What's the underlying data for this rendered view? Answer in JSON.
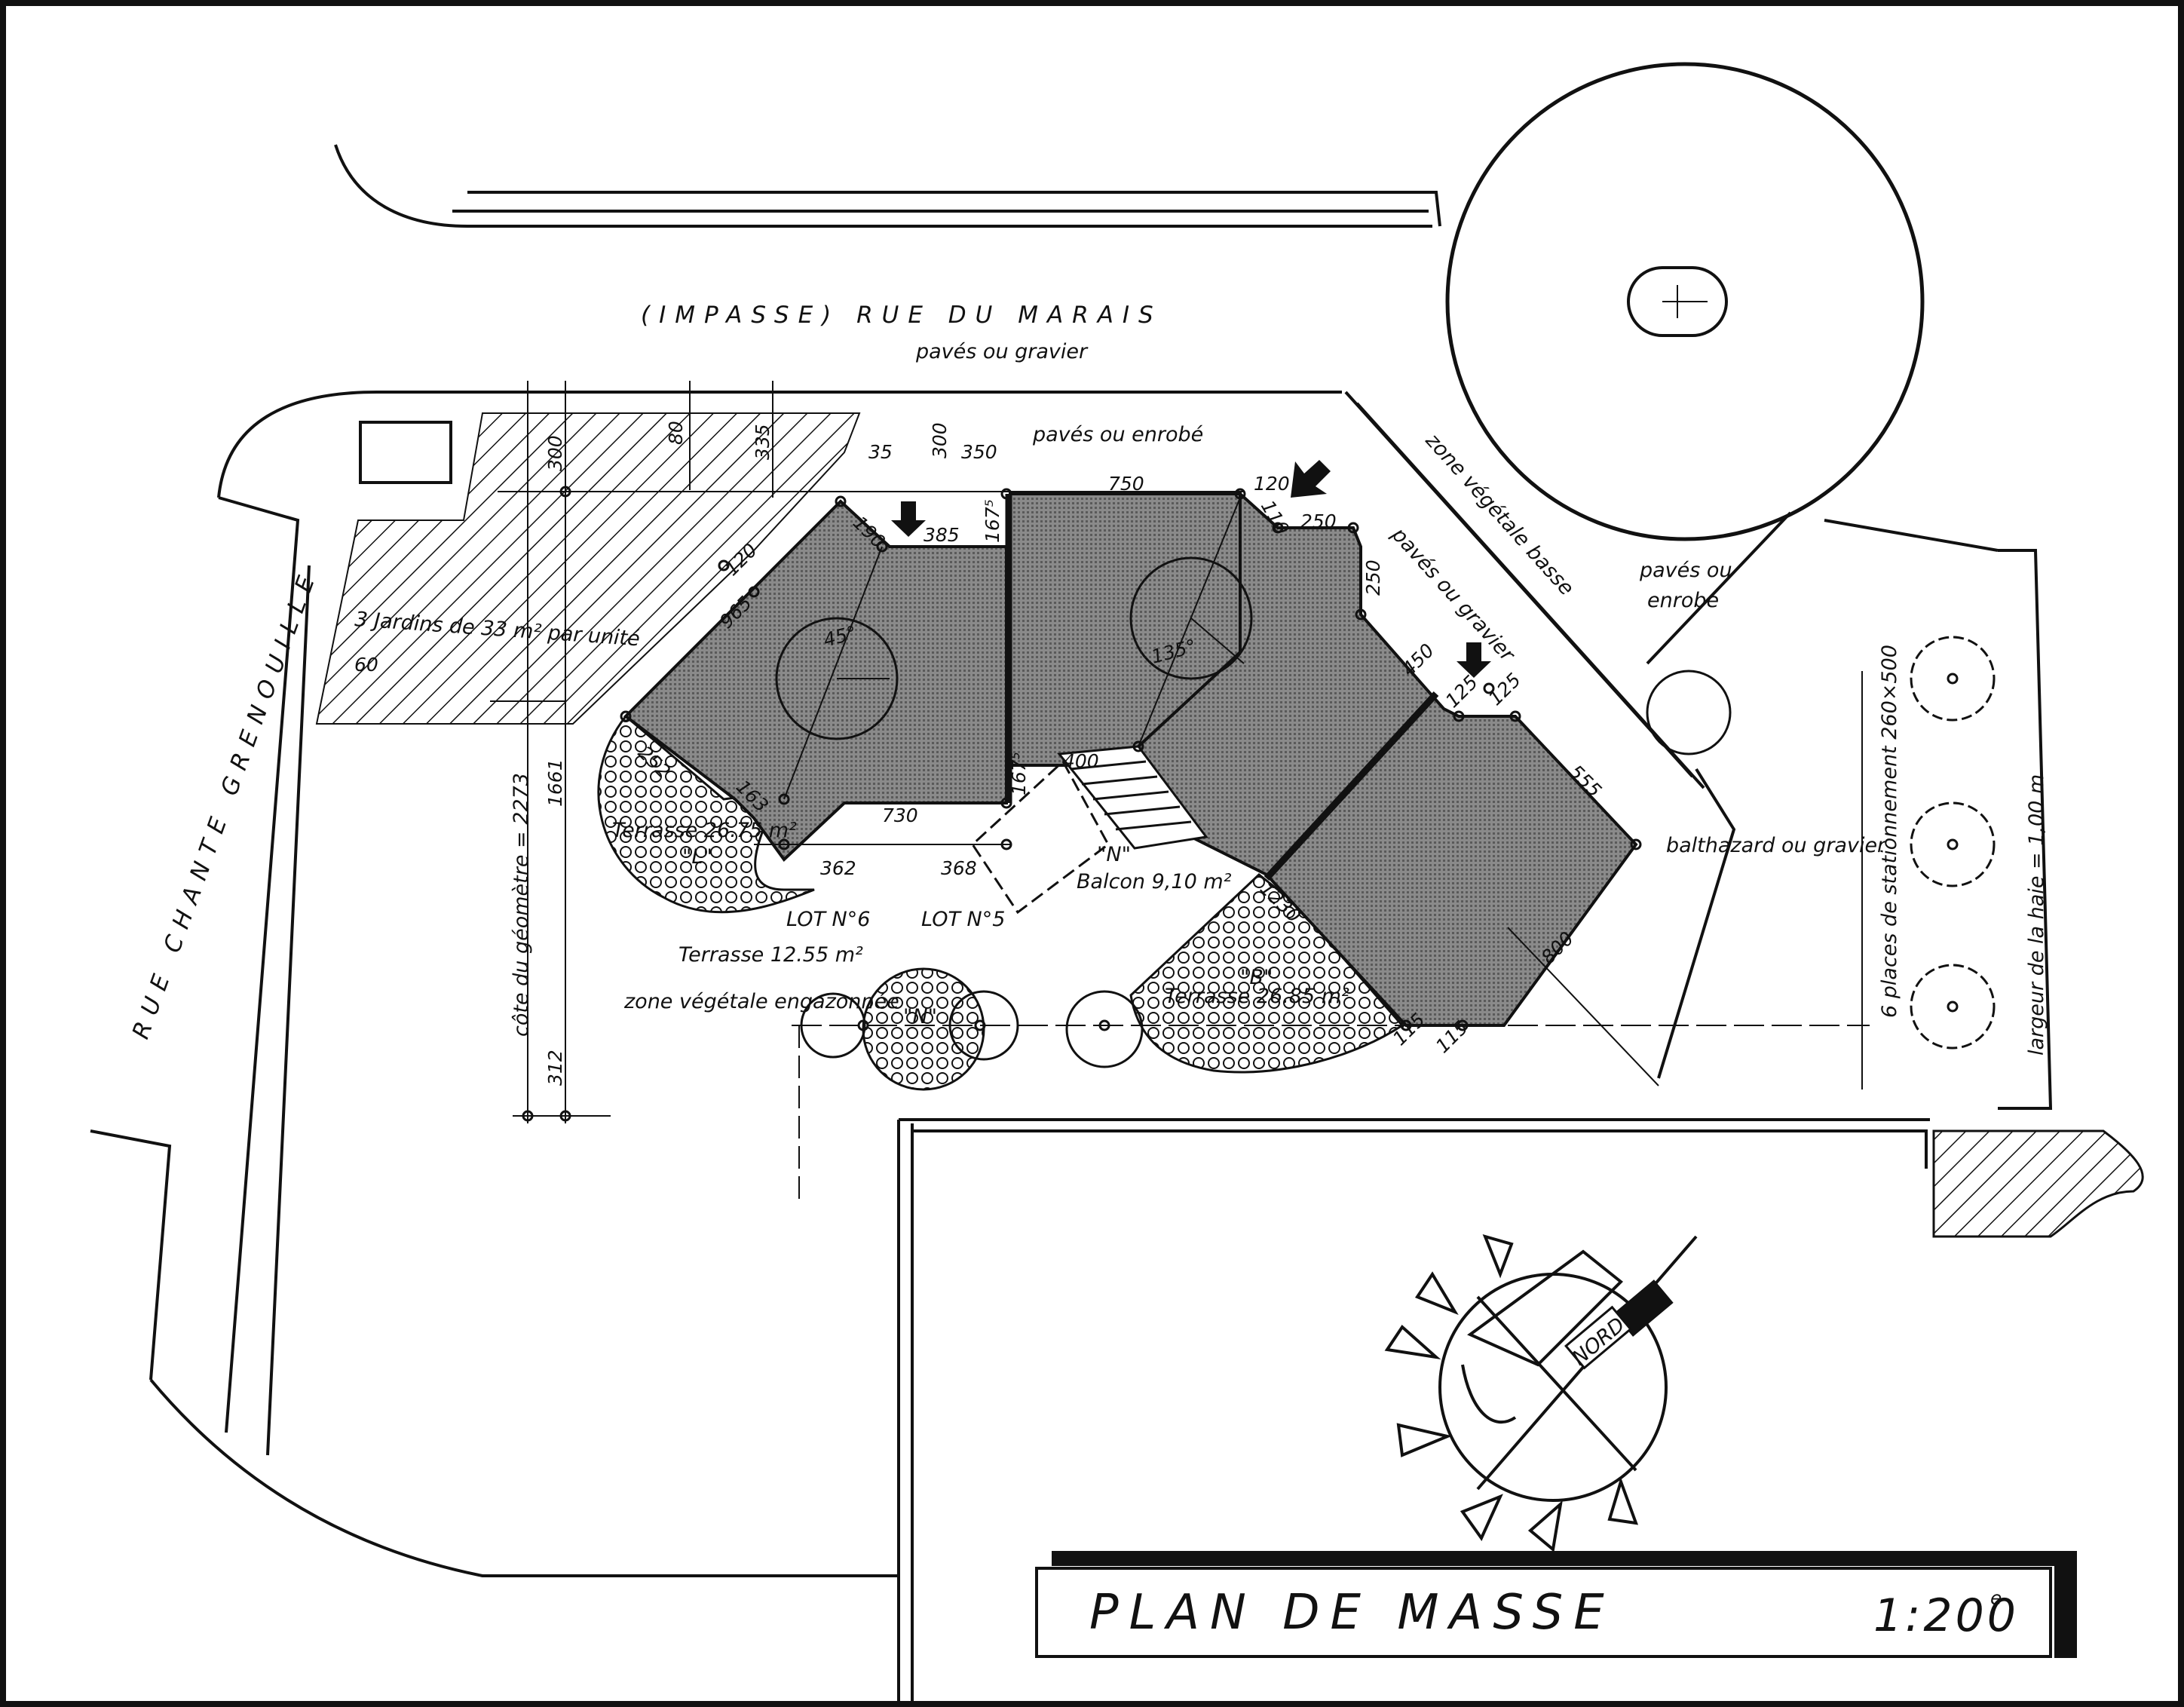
{
  "title_block": {
    "title": "PLAN DE MASSE",
    "scale": "1:200",
    "scale_suffix": "e"
  },
  "streets": {
    "impasse": "(IMPASSE) RUE DU MARAIS",
    "rue": "RUE CHANTE GRENOUILLE"
  },
  "labels": {
    "paves_gravier_top": "pavés ou gravier",
    "paves_enrobe_top": "pavés ou enrobé",
    "zone_vegetale_basse": "zone végétale basse",
    "paves_gravier_right": "pavés ou gravier",
    "paves_right_1": "pavés ou",
    "paves_right_2": "enrobé",
    "balthazard": "balthazard ou gravier",
    "parking": "6 places de stationnement 260×500",
    "haie": "largeur de la haie = 1,00 m",
    "jardins": "3 Jardins de 33 m² par unité",
    "cote_geometre": "côte du géomètre = 2273",
    "terrasse_l": "Terrasse 26.75 m²",
    "terrasse_l_mark": "\"L\"",
    "terrasse_b": "Terrasse 26.85 m²",
    "terrasse_b_mark": "\"B\"",
    "balcon": "Balcon 9,10 m²",
    "balcon_mark": "\"N\"",
    "lot6": "LOT N°6",
    "lot5": "LOT N°5",
    "terrasse_n": "Terrasse 12.55 m²",
    "zone_engazonnee": "zone végétale engazonnée",
    "terrasse_n_mark": "\"N\"",
    "nord": "NORD",
    "angle_left": "45°",
    "angle_right": "135°"
  },
  "dimensions": {
    "d35": "35",
    "d300a": "300",
    "d350": "350",
    "d750": "750",
    "d120a": "120",
    "d110": "110",
    "d250a": "250",
    "d250b": "250",
    "d190": "190",
    "d385": "385",
    "d167a": "167⁵",
    "d167b": "167⁵",
    "d120b": "120",
    "d965": "965",
    "d450": "450",
    "d125a": "125",
    "d125b": "125",
    "d555": "555",
    "d730": "730",
    "d362": "362",
    "d368": "368",
    "d400": "400",
    "d252": "252",
    "d163": "163",
    "d800": "800",
    "d1230": "1230",
    "d115a": "115",
    "d115b": "115",
    "d1661": "1661",
    "d312": "312",
    "d300b": "300",
    "d80": "80",
    "d335": "335",
    "d60": "60"
  },
  "colors": {
    "ink": "#111111",
    "building": "#7d7d7d",
    "page": "#ffffff"
  }
}
